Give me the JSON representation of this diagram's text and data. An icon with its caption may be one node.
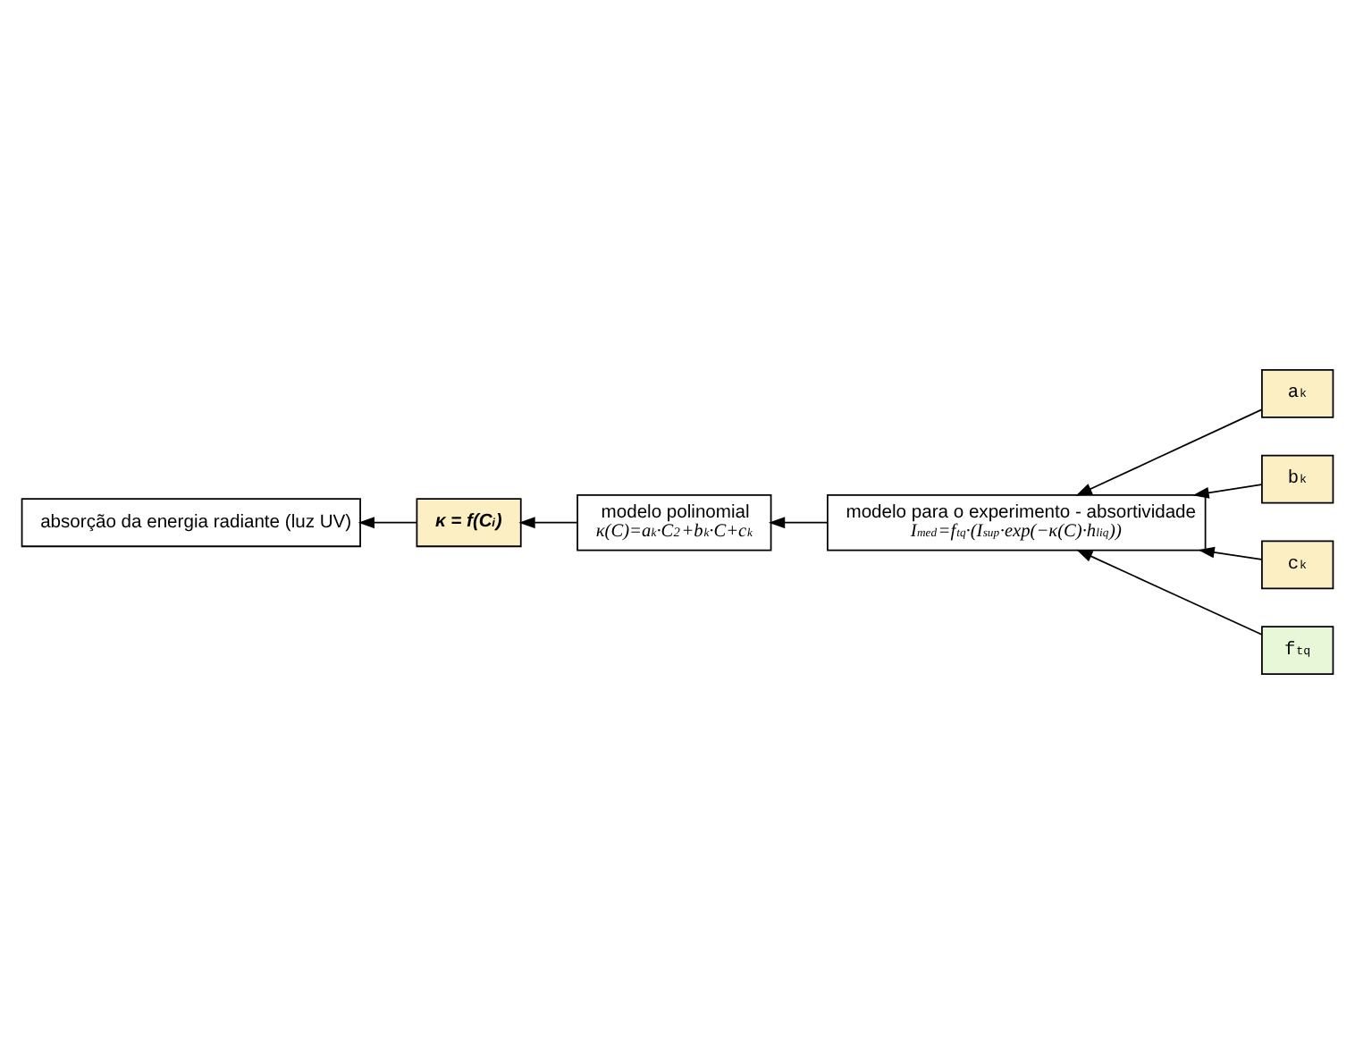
{
  "diagram": {
    "nodes": [
      {
        "text": [
          "absorção da energia radiante (luz UV)"
        ]
      },
      {
        "text": [
          "κ = f(C$_{i}$)"
        ]
      },
      {
        "text": [
          "modelo polinomial",
          "κ(C)=a$_{k}$·C$^{2}$+b$_{k}$·C+c$_{k}$"
        ]
      },
      {
        "text": [
          "modelo para o experimento - absortividade",
          "I$_{med}$=f$_{tq}$·(I$_{sup}$·exp(−κ(C)·h$_{liq}$))"
        ]
      },
      {
        "text": [
          "a$_{k}$"
        ]
      },
      {
        "text": [
          "b$_{k}$"
        ]
      },
      {
        "text": [
          "c$_{k}$"
        ]
      },
      {
        "text": [
          "f$_{tq}$"
        ]
      }
    ],
    "edges": [
      {
        "from": 1,
        "to": 0,
        "arrow": "to"
      },
      {
        "from": 2,
        "to": 1,
        "arrow": "to"
      },
      {
        "from": 3,
        "to": 2,
        "arrow": "to"
      },
      {
        "from": 4,
        "to": 3,
        "arrow": "to"
      },
      {
        "from": 5,
        "to": 3,
        "arrow": "to"
      },
      {
        "from": 6,
        "to": 3,
        "arrow": "to"
      },
      {
        "from": 7,
        "to": 3,
        "arrow": "to"
      }
    ]
  }
}
